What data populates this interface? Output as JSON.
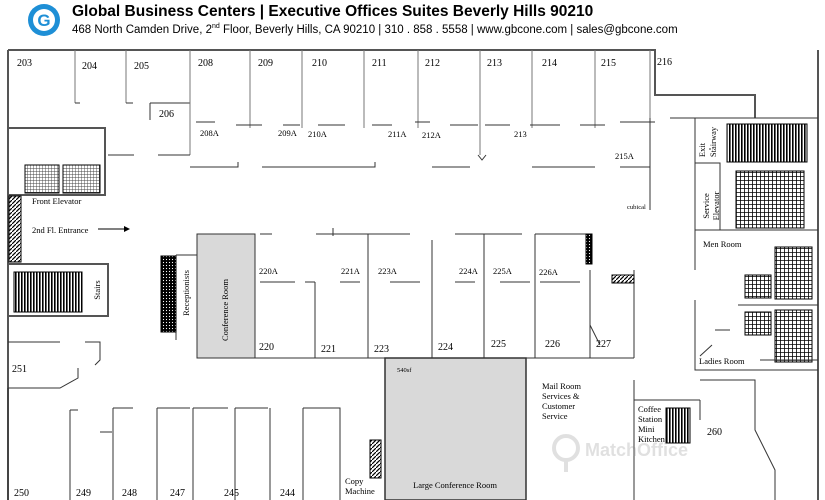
{
  "header": {
    "title": "Global Business Centers | Executive Offices Suites Beverly Hills 90210",
    "address_pre": "468 North Camden Drive, 2",
    "address_sup": "nd",
    "address_post": " Floor, Beverly Hills, CA 90210 | 310 . 858 . 5558 | www.gbcone.com | sales@gbcone.com",
    "logo_letter": "G"
  },
  "rooms": {
    "r203": "203",
    "r204": "204",
    "r205": "205",
    "r206": "206",
    "r208": "208",
    "r209": "209",
    "r210": "210",
    "r211": "211",
    "r212": "212",
    "r213": "213",
    "r214": "214",
    "r215": "215",
    "r216": "216",
    "r208a": "208A",
    "r209a": "209A",
    "r210a": "210A",
    "r211a": "211A",
    "r212a": "212A",
    "r213b": "213",
    "r215a": "215A",
    "r220a": "220A",
    "r221a": "221A",
    "r223a": "223A",
    "r224a": "224A",
    "r225a": "225A",
    "r226a": "226A",
    "r220": "220",
    "r221": "221",
    "r223": "223",
    "r224": "224",
    "r225": "225",
    "r226": "226",
    "r227": "227",
    "r251": "251",
    "r250": "250",
    "r249": "249",
    "r248": "248",
    "r247": "247",
    "r245": "245",
    "r244": "244",
    "r260": "260"
  },
  "labels": {
    "front_elevator": "Front Elevator",
    "entrance": "2nd Fl. Entrance",
    "stairs": "Stairs",
    "receptionists": "Receptionists",
    "conference_room": "Conference Room",
    "large_conference": "Large Conference Room",
    "sqft": "540sf",
    "copy_1": "Copy",
    "copy_2": "Machine",
    "mail_1": "Mail Room",
    "mail_2": "Services &",
    "mail_3": "Customer",
    "mail_4": "Service",
    "cubical": "cubical",
    "exit_1": "Exit",
    "exit_2": "Stairway",
    "service_1": "Service",
    "service_2": "Elevator",
    "men_room": "Men Room",
    "ladies_room": "Ladies  Room",
    "coffee_1": "Coffee",
    "coffee_2": "Station",
    "coffee_3": "Mini",
    "coffee_4": "Kitchen",
    "watermark": "MatchOffice"
  },
  "colors": {
    "wall": "#555555",
    "conference_fill": "#d9d9d9",
    "logo_blue": "#1e8fd6"
  }
}
